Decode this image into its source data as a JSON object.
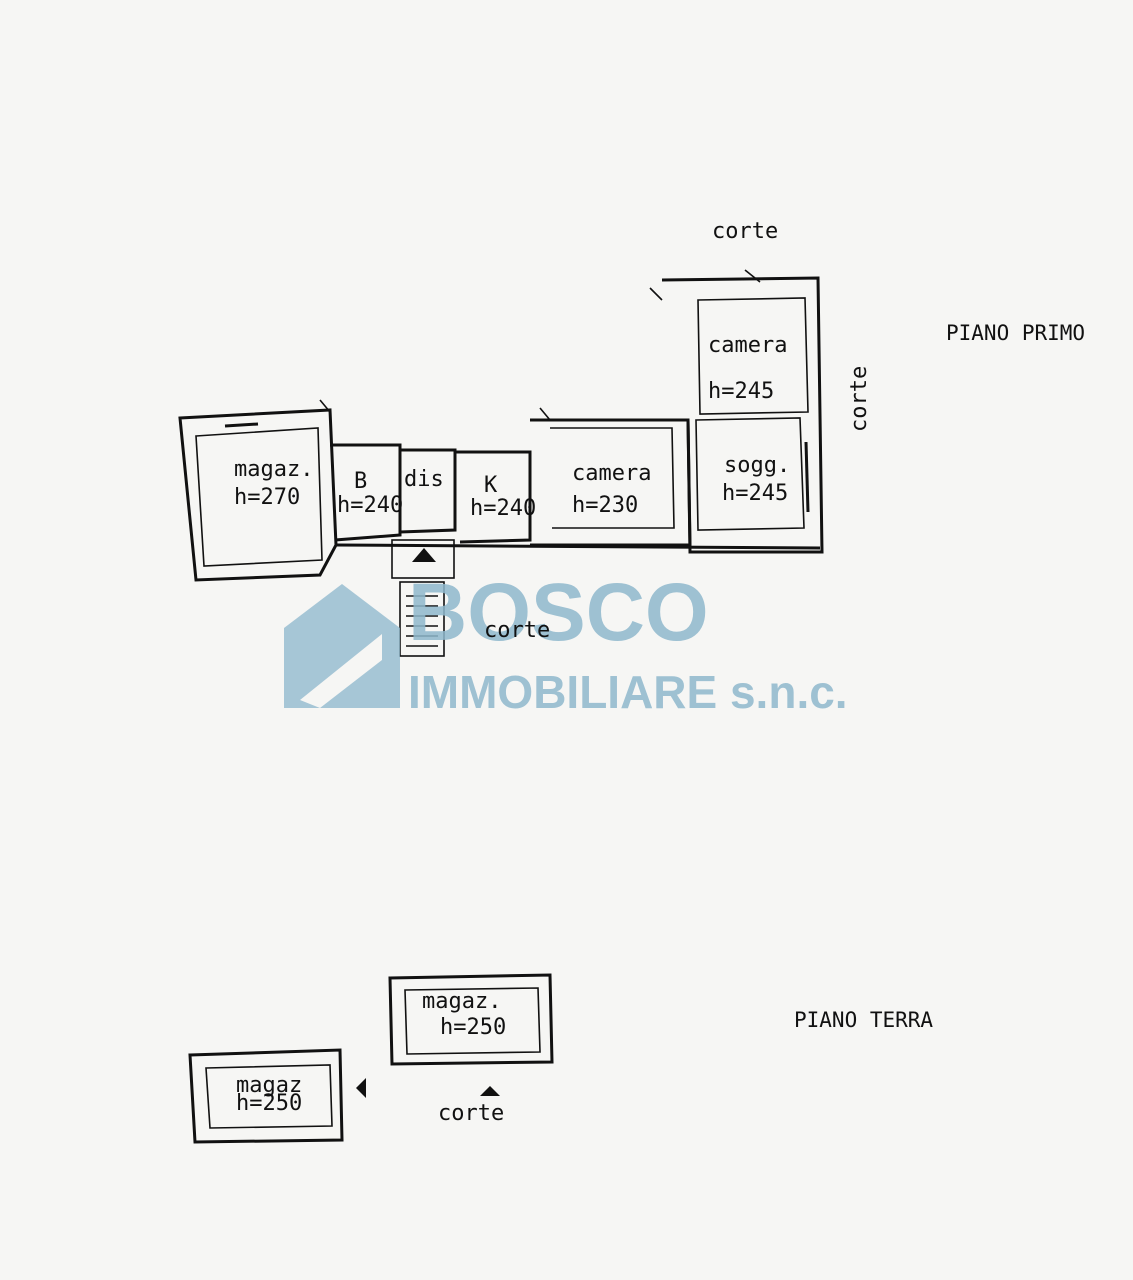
{
  "floors": {
    "first": {
      "title": "PIANO PRIMO",
      "rooms": [
        {
          "name": "magaz.",
          "height": "h=270"
        },
        {
          "name": "B",
          "height": "h=240"
        },
        {
          "name": "dis",
          "height": ""
        },
        {
          "name": "K",
          "height": "h=240"
        },
        {
          "name": "camera",
          "height": "h=230"
        },
        {
          "name": "camera",
          "height": "h=245"
        },
        {
          "name": "sogg.",
          "height": "h=245"
        }
      ],
      "courtyards": [
        "corte",
        "corte",
        "corte"
      ]
    },
    "ground": {
      "title": "PIANO TERRA",
      "rooms": [
        {
          "name": "magaz.",
          "height": "h=250"
        },
        {
          "name": "magaz",
          "height": "h=250"
        }
      ],
      "courtyards": [
        "corte"
      ]
    }
  },
  "watermark": {
    "brand": "BOSCO",
    "subtitle": "IMMOBILIARE s.n.c.",
    "color": "#8fb8cd"
  }
}
